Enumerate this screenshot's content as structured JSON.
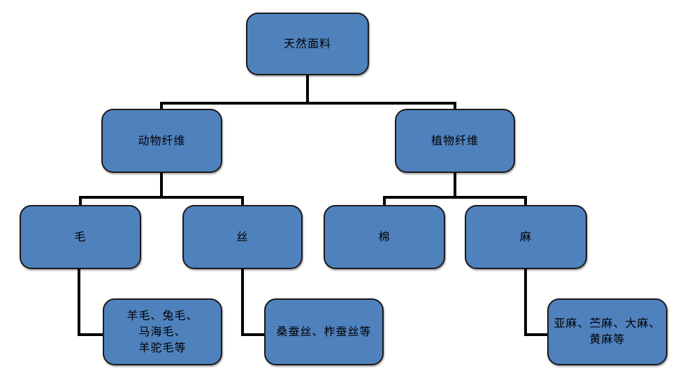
{
  "diagram": {
    "type": "tree",
    "colors": {
      "node_fill": "#4f81bd",
      "node_border": "#1a1a1a",
      "connector": "#000000",
      "text": "#000000",
      "background": "#ffffff"
    },
    "nodes": {
      "root": {
        "label": "天然面料"
      },
      "animal": {
        "label": "动物纤维"
      },
      "plant": {
        "label": "植物纤维"
      },
      "wool": {
        "label": "毛"
      },
      "silk": {
        "label": "丝"
      },
      "cotton": {
        "label": "棉"
      },
      "hemp": {
        "label": "麻"
      },
      "wool_examples": {
        "lines": [
          "羊毛、兔毛、",
          "马海毛、",
          "羊驼毛等"
        ]
      },
      "silk_examples": {
        "lines": [
          "桑蚕丝、柞蚕丝等"
        ]
      },
      "hemp_examples": {
        "lines": [
          "亚麻、苎麻、大麻、",
          "黄麻等"
        ]
      }
    },
    "edges": [
      [
        "天然面料",
        "动物纤维"
      ],
      [
        "天然面料",
        "植物纤维"
      ],
      [
        "动物纤维",
        "毛"
      ],
      [
        "动物纤维",
        "丝"
      ],
      [
        "植物纤维",
        "棉"
      ],
      [
        "植物纤维",
        "麻"
      ],
      [
        "毛",
        "羊毛、兔毛、马海毛、羊驼毛等"
      ],
      [
        "丝",
        "桑蚕丝、柞蚕丝等"
      ],
      [
        "麻",
        "亚麻、苎麻、大麻、黄麻等"
      ]
    ]
  }
}
